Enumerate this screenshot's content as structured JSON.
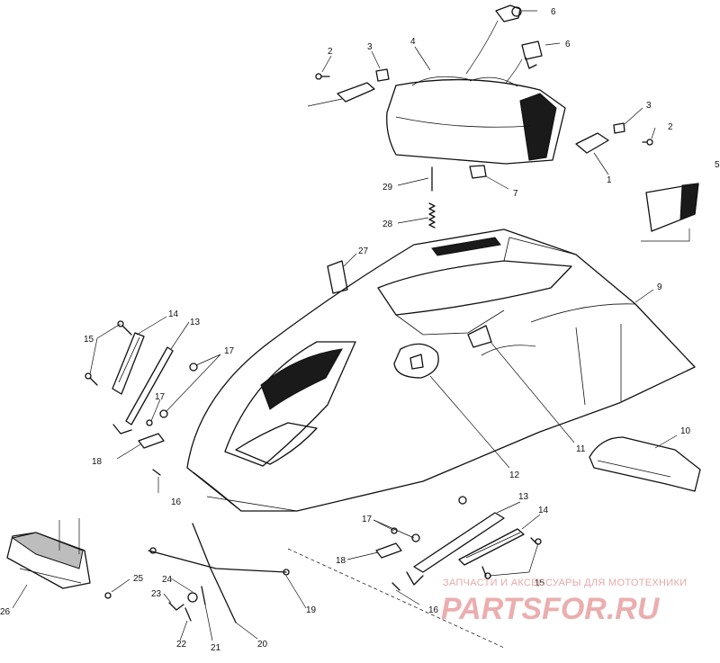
{
  "diagram": {
    "callouts": {
      "c1": "1",
      "c2a": "2",
      "c2b": "2",
      "c3a": "3",
      "c3b": "3",
      "c4": "4",
      "c5": "5",
      "c6a": "6",
      "c6b": "6",
      "c7": "7",
      "c9": "9",
      "c10": "10",
      "c11": "11",
      "c12": "12",
      "c13a": "13",
      "c13b": "13",
      "c14a": "14",
      "c14b": "14",
      "c15a": "15",
      "c15b": "15",
      "c16a": "16",
      "c16b": "16",
      "c17a": "17",
      "c17b": "17",
      "c17c": "17",
      "c18a": "18",
      "c18b": "18",
      "c19": "19",
      "c20": "20",
      "c21": "21",
      "c22": "22",
      "c23": "23",
      "c24": "24",
      "c25": "25",
      "c26": "26",
      "c27": "27",
      "c28": "28",
      "c29": "29"
    }
  },
  "watermark": {
    "tagline": "ЗАПЧАСТИ И АКСЕССУАРЫ ДЛЯ МОТОТЕХНИКИ",
    "logo": "PARTSFOR.RU"
  }
}
